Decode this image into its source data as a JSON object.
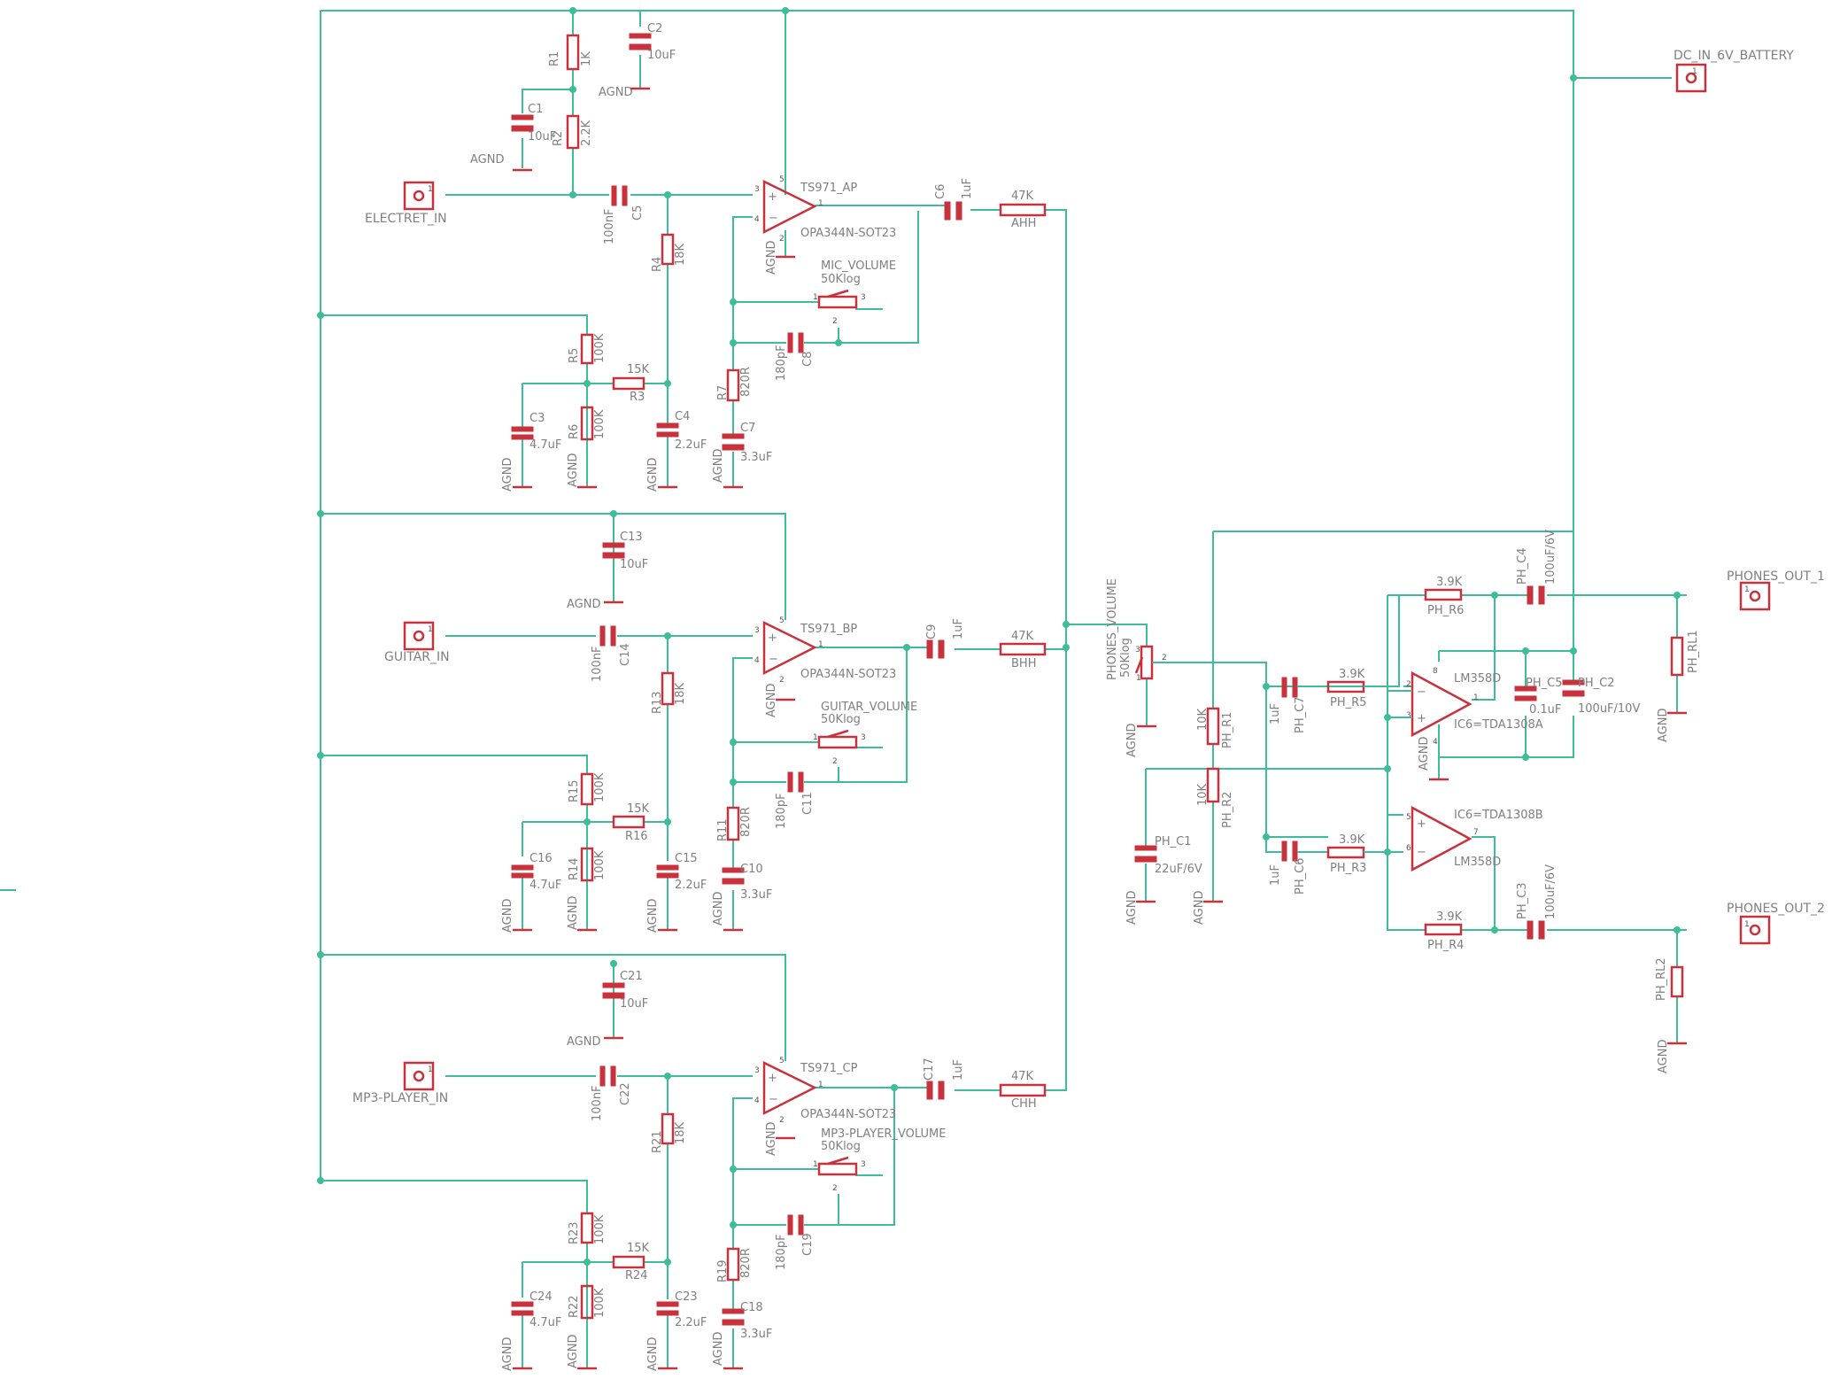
{
  "net": {
    "agnd": "AGND"
  },
  "connectors": {
    "electret": "ELECTRET_IN",
    "guitar": "GUITAR_IN",
    "mp3": "MP3-PLAYER_IN",
    "dc": "DC_IN_6V_BATTERY",
    "phones1": "PHONES_OUT_1",
    "phones2": "PHONES_OUT_2",
    "pin1": "1"
  },
  "bias": {
    "r1": "R1",
    "r1_val": "1K",
    "r2": "R2",
    "r2_val": "2.2K",
    "c1": "C1",
    "c1_val": "10uF",
    "c2": "C2",
    "c2_val": "10uF"
  },
  "ch_a": {
    "opamp": "TS971_AP",
    "package": "OPA344N-SOT23",
    "c5": "C5",
    "c5_val": "100nF",
    "r4": "R4",
    "r4_val": "18K",
    "pot": "MIC_VOLUME",
    "pot_val": "50Klog",
    "c8": "C8",
    "c8_val": "180pF",
    "r7": "R7",
    "r7_val": "820R",
    "c7": "C7",
    "c7_val": "3.3uF",
    "r5": "R5",
    "r5_val": "100K",
    "r6": "R6",
    "r6_val": "100K",
    "r3": "R3",
    "r3_val": "15K",
    "c3": "C3",
    "c3_val": "4.7uF",
    "c4": "C4",
    "c4_val": "2.2uF",
    "c6": "C6",
    "c6_val": "1uF",
    "rmix": "AHH",
    "rmix_val": "47K"
  },
  "ch_b": {
    "opamp": "TS971_BP",
    "package": "OPA344N-SOT23",
    "c13": "C13",
    "c13_val": "10uF",
    "c14": "C14",
    "c14_val": "100nF",
    "r13": "R13",
    "r13_val": "18K",
    "pot": "GUITAR_VOLUME",
    "pot_val": "50Klog",
    "c11": "C11",
    "c11_val": "180pF",
    "r11": "R11",
    "r11_val": "820R",
    "c10": "C10",
    "c10_val": "3.3uF",
    "r15": "R15",
    "r15_val": "100K",
    "r14": "R14",
    "r14_val": "100K",
    "r16": "R16",
    "r16_val": "15K",
    "c16": "C16",
    "c16_val": "4.7uF",
    "c15": "C15",
    "c15_val": "2.2uF",
    "c9": "C9",
    "c9_val": "1uF",
    "rmix": "BHH",
    "rmix_val": "47K"
  },
  "ch_c": {
    "opamp": "TS971_CP",
    "package": "OPA344N-SOT23",
    "c21": "C21",
    "c21_val": "10uF",
    "c22": "C22",
    "c22_val": "100nF",
    "r21": "R21",
    "r21_val": "18K",
    "pot": "MP3-PLAYER_VOLUME",
    "pot_val": "50Klog",
    "c19": "C19",
    "c19_val": "180pF",
    "r19": "R19",
    "r19_val": "820R",
    "c18": "C18",
    "c18_val": "3.3uF",
    "r23": "R23",
    "r23_val": "100K",
    "r22": "R22",
    "r22_val": "100K",
    "r24": "R24",
    "r24_val": "15K",
    "c24": "C24",
    "c24_val": "4.7uF",
    "c23": "C23",
    "c23_val": "2.2uF",
    "c17": "C17",
    "c17_val": "1uF",
    "rmix": "CHH",
    "rmix_val": "47K"
  },
  "phones": {
    "pot": "PHONES_VOLUME",
    "pot_val": "50Klog",
    "r1": "PH_R1",
    "r1_val": "10K",
    "r2": "PH_R2",
    "r2_val": "10K",
    "c1": "PH_C1",
    "c1_val": "22uF/6V",
    "c7": "PH_C7",
    "c7_val": "1uF",
    "c6": "PH_C6",
    "c6_val": "1uF",
    "r5": "PH_R5",
    "r5_val": "3.9K",
    "r3": "PH_R3",
    "r3_val": "3.9K",
    "r6": "PH_R6",
    "r6_val": "3.9K",
    "r4": "PH_R4",
    "r4_val": "3.9K",
    "ic_a_type": "LM358D",
    "ic_a": "IC6=TDA1308A",
    "ic_b_type": "LM358D",
    "ic_b": "IC6=TDA1308B",
    "c5": "PH_C5",
    "c5_val": "0.1uF",
    "c2": "PH_C2",
    "c2_val": "100uF/10V",
    "c4": "PH_C4",
    "c4_val": "100uF/6V",
    "c3": "PH_C3",
    "c3_val": "100uF/6V",
    "rl1": "PH_RL1",
    "rl2": "PH_RL2"
  }
}
